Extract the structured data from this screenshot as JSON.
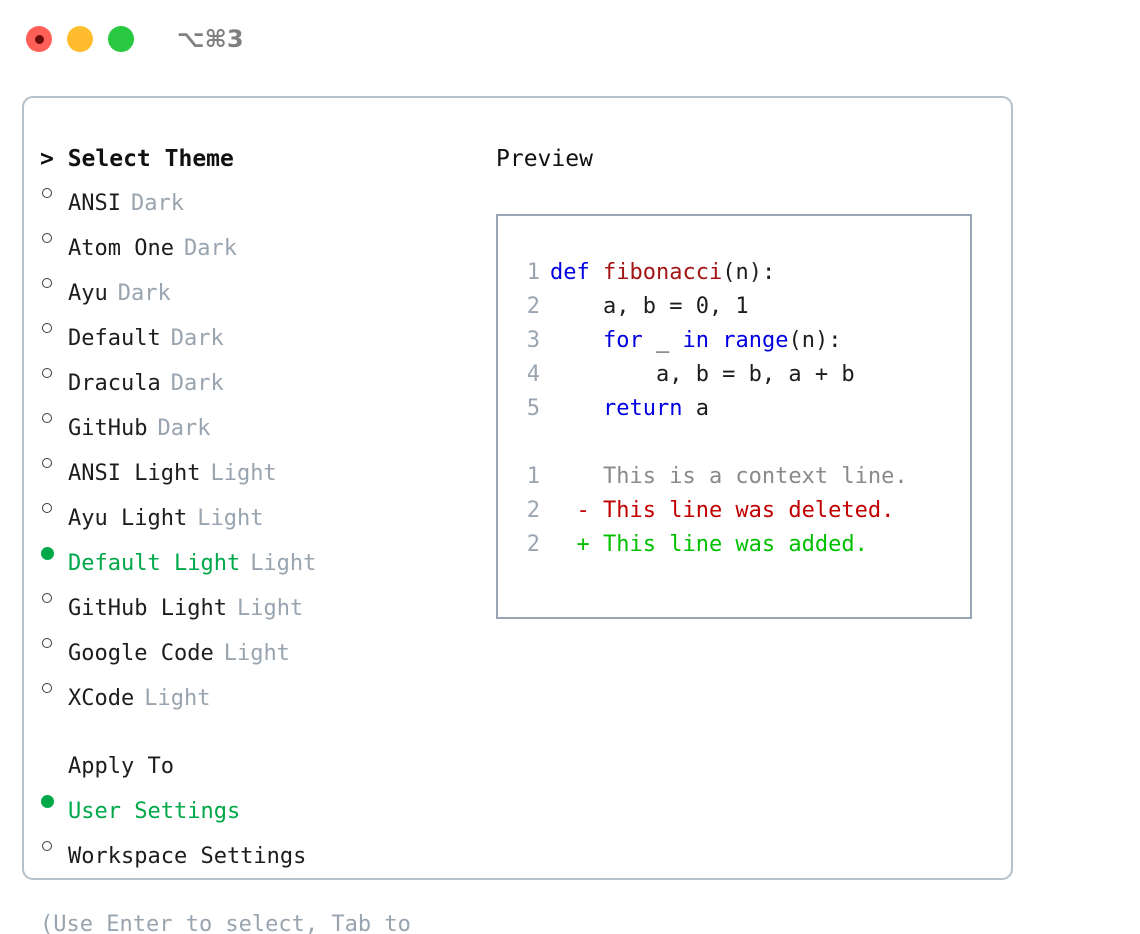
{
  "titlebar": {
    "shortcut": "⌥⌘3",
    "buttons": [
      {
        "name": "close",
        "color": "#ff5f57"
      },
      {
        "name": "minimize",
        "color": "#ffbd2e"
      },
      {
        "name": "maximize",
        "color": "#28c840"
      }
    ]
  },
  "theme_picker": {
    "heading": "> Select Theme",
    "items": [
      {
        "bullet": "ring",
        "label": "ANSI",
        "tag": "Dark",
        "selected": false
      },
      {
        "bullet": "ring",
        "label": "Atom One",
        "tag": "Dark",
        "selected": false
      },
      {
        "bullet": "ring",
        "label": "Ayu",
        "tag": "Dark",
        "selected": false
      },
      {
        "bullet": "ring",
        "label": "Default",
        "tag": "Dark",
        "selected": false
      },
      {
        "bullet": "ring",
        "label": "Dracula",
        "tag": "Dark",
        "selected": false
      },
      {
        "bullet": "ring",
        "label": "GitHub",
        "tag": "Dark",
        "selected": false
      },
      {
        "bullet": "ring",
        "label": "ANSI Light",
        "tag": "Light",
        "selected": false
      },
      {
        "bullet": "ring",
        "label": "Ayu Light",
        "tag": "Light",
        "selected": false
      },
      {
        "bullet": "filled",
        "label": "Default Light",
        "tag": "Light",
        "selected": true
      },
      {
        "bullet": "ring",
        "label": "GitHub Light",
        "tag": "Light",
        "selected": false
      },
      {
        "bullet": "ring",
        "label": "Google Code",
        "tag": "Light",
        "selected": false
      },
      {
        "bullet": "ring",
        "label": "XCode",
        "tag": "Light",
        "selected": false
      }
    ]
  },
  "apply_to": {
    "heading": "Apply To",
    "items": [
      {
        "bullet": "filled",
        "label": "User Settings",
        "selected": true
      },
      {
        "bullet": "ring",
        "label": "Workspace Settings",
        "selected": false
      }
    ]
  },
  "hint": "(Use Enter to select, Tab to change focus)",
  "preview": {
    "title": "Preview",
    "code_lines": [
      {
        "no": "1",
        "tokens": [
          {
            "t": "def ",
            "c": "kw"
          },
          {
            "t": "fibonacci",
            "c": "fn"
          },
          {
            "t": "(n):",
            "c": "pl"
          }
        ]
      },
      {
        "no": "2",
        "tokens": [
          {
            "t": "    a, b = 0, 1",
            "c": "pl"
          }
        ]
      },
      {
        "no": "3",
        "tokens": [
          {
            "t": "    ",
            "c": "pl"
          },
          {
            "t": "for",
            "c": "kw"
          },
          {
            "t": " _ ",
            "c": "pl"
          },
          {
            "t": "in",
            "c": "kw"
          },
          {
            "t": " ",
            "c": "pl"
          },
          {
            "t": "range",
            "c": "kw"
          },
          {
            "t": "(n):",
            "c": "pl"
          }
        ]
      },
      {
        "no": "4",
        "tokens": [
          {
            "t": "        a, b = b, a + b",
            "c": "pl"
          }
        ]
      },
      {
        "no": "5",
        "tokens": [
          {
            "t": "    ",
            "c": "pl"
          },
          {
            "t": "return",
            "c": "kw"
          },
          {
            "t": " a",
            "c": "pl"
          }
        ]
      }
    ],
    "diff_lines": [
      {
        "no": "1",
        "marker": "  ",
        "text": "This is a context line.",
        "kind": "ctx"
      },
      {
        "no": "2",
        "marker": "- ",
        "text": "This line was deleted.",
        "kind": "del"
      },
      {
        "no": "2",
        "marker": "+ ",
        "text": "This line was added.",
        "kind": "add"
      }
    ]
  },
  "colors": {
    "accent_green": "#00a84a",
    "muted_grey": "#98a4b0",
    "keyword_blue": "#0000e0",
    "function_red": "#a31515",
    "diff_delete": "#c00000",
    "diff_add": "#00c000",
    "border": "#b7c1cc"
  }
}
